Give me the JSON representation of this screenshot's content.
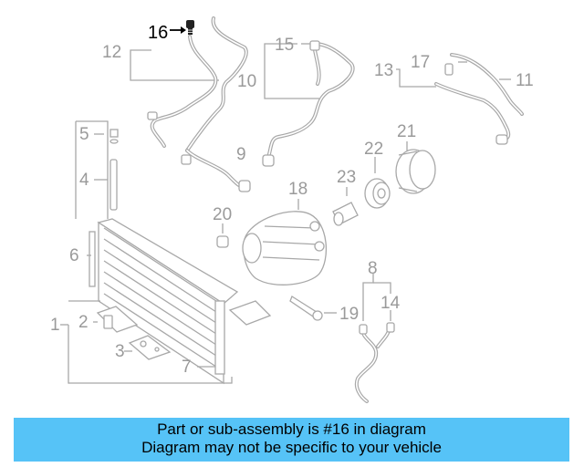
{
  "diagram": {
    "highlight_label": "16",
    "callouts": [
      "1",
      "2",
      "3",
      "4",
      "5",
      "6",
      "7",
      "8",
      "9",
      "10",
      "11",
      "12",
      "13",
      "14",
      "15",
      "17",
      "18",
      "19",
      "20",
      "21",
      "22",
      "23"
    ]
  },
  "banner": {
    "line1": "Part or sub-assembly is #16 in diagram",
    "line2": "Diagram may not be specific to your vehicle"
  },
  "colors": {
    "banner_bg": "#56c3f7",
    "line_gray": "#a8a8a8",
    "label_gray": "#9a9a9a",
    "highlight": "#000000"
  }
}
